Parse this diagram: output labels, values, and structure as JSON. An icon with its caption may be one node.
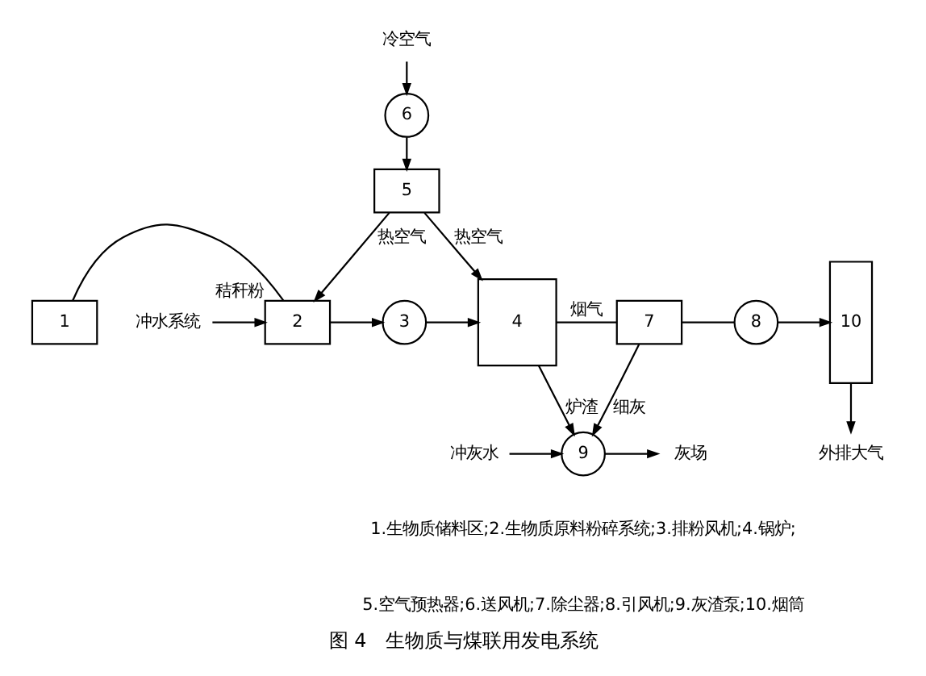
{
  "diagram": {
    "caption": "图 4　生物质与煤联用发电系统",
    "nodes": [
      {
        "text": [
          "冷空气"
        ]
      },
      {
        "text": [
          "6"
        ]
      },
      {
        "text": [
          "5"
        ]
      },
      {
        "text": [
          "1"
        ]
      },
      {
        "text": [
          "冲水系统"
        ]
      },
      {
        "text": [
          "2"
        ],
        "beside": [
          "秸秆粉"
        ]
      },
      {
        "text": [
          "3"
        ]
      },
      {
        "text": [
          "4"
        ]
      },
      {
        "text": [
          "7"
        ]
      },
      {
        "text": [
          "8"
        ]
      },
      {
        "text": [
          "外排大气"
        ]
      },
      {
        "text": [
          "10"
        ]
      },
      {
        "text": [
          "冲灰水"
        ]
      },
      {
        "text": [
          "9"
        ]
      },
      {
        "text": [
          "灰场"
        ]
      }
    ],
    "edges": [
      {
        "from": 0,
        "to": 1,
        "arrow": "to"
      },
      {
        "from": 1,
        "to": 2,
        "arrow": "to"
      },
      {
        "from": 2,
        "to": 5,
        "arrow": "to",
        "label": "热空气"
      },
      {
        "from": 2,
        "to": 7,
        "arrow": "to",
        "label": "热空气"
      },
      {
        "from": 3,
        "to": 5,
        "arrow": "none"
      },
      {
        "from": 4,
        "to": 5,
        "arrow": "to"
      },
      {
        "from": 5,
        "to": 6,
        "arrow": "to"
      },
      {
        "from": 6,
        "to": 7,
        "arrow": "to"
      },
      {
        "from": 7,
        "to": 8,
        "arrow": "none",
        "label": "烟气"
      },
      {
        "from": 8,
        "to": 9,
        "arrow": "none"
      },
      {
        "from": 9,
        "to": 11,
        "arrow": "to"
      },
      {
        "from": 11,
        "to": 10,
        "arrow": "to"
      },
      {
        "from": 7,
        "to": 13,
        "arrow": "to",
        "label": "炉渣"
      },
      {
        "from": 8,
        "to": 13,
        "arrow": "to",
        "label": "细灰"
      },
      {
        "from": 12,
        "to": 13,
        "arrow": "to"
      },
      {
        "from": 13,
        "to": 14,
        "arrow": "to"
      }
    ],
    "labels": [
      "1.生物质储料区;2.生物质原料粉碎系统;3.排粉风机;4.锅炉;",
      "5.空气预热器;6.送风机;7.除尘器;8.引风机;9.灰渣泵;10.烟筒"
    ]
  }
}
